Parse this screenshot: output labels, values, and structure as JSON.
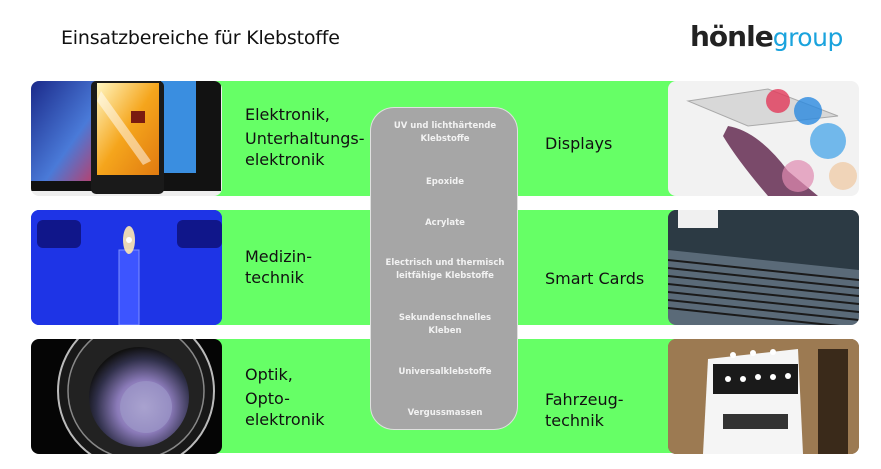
{
  "title": "Einsatzbereiche für Klebstoffe",
  "logo": {
    "part1": "hönle",
    "part2": "group",
    "part1_color": "#222222",
    "part2_color": "#1aa3dd"
  },
  "band_color": "#66ff66",
  "panel_color": "#a6a6a6",
  "left_rows": [
    {
      "lines": [
        "Elektronik,",
        "Unterhaltungs-",
        "elektronik"
      ],
      "image": "smartphones-image"
    },
    {
      "lines": [
        "Medizin-",
        "technik"
      ],
      "image": "medical-bulb-image"
    },
    {
      "lines": [
        "Optik,",
        "Opto-",
        "elektronik"
      ],
      "image": "camera-lens-image"
    }
  ],
  "right_rows": [
    {
      "lines": [
        "Displays"
      ],
      "image": "tablet-hand-image"
    },
    {
      "lines": [
        "Smart Cards"
      ],
      "image": "smart-cards-image"
    },
    {
      "lines": [
        "Fahrzeug-",
        "technik"
      ],
      "image": "truck-image"
    }
  ],
  "adhesives": [
    "UV und lichthärtende Klebstoffe",
    "Epoxide",
    "Acrylate",
    "Electrisch und thermisch leitfähige Klebstoffe",
    "Sekundenschnelles Kleben",
    "Universalklebstoffe",
    "Vergussmassen"
  ],
  "adhesives_lines": [
    [
      "UV und lichthärtende",
      "Klebstoffe"
    ],
    [
      "Epoxide"
    ],
    [
      "Acrylate"
    ],
    [
      "Electrisch und thermisch",
      "leitfähige Klebstoffe"
    ],
    [
      "Sekundenschnelles",
      "Kleben"
    ],
    [
      "Universalklebstoffe"
    ],
    [
      "Vergussmassen"
    ]
  ]
}
